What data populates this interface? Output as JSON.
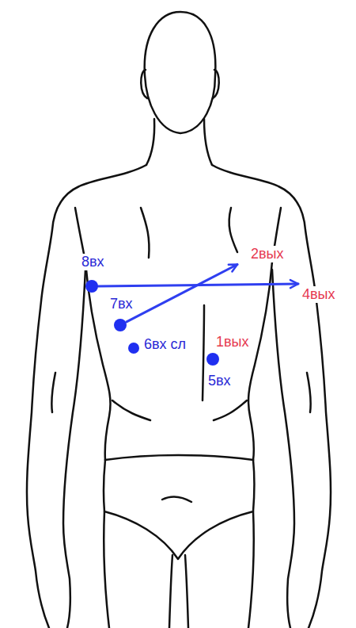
{
  "diagram": {
    "nodes": [
      {
        "text": [
          "8вх"
        ]
      },
      {
        "text": [
          "2вых"
        ]
      },
      {
        "text": [
          "4вых"
        ]
      },
      {
        "text": [
          "7вх"
        ]
      },
      {
        "text": [
          "6вх сл"
        ]
      },
      {
        "text": [
          "1вых",
          "5вх"
        ]
      }
    ],
    "edges": [
      {
        "from": 0,
        "to": 2,
        "arrow": "to"
      },
      {
        "from": 3,
        "to": 1,
        "arrow": "to"
      }
    ]
  }
}
